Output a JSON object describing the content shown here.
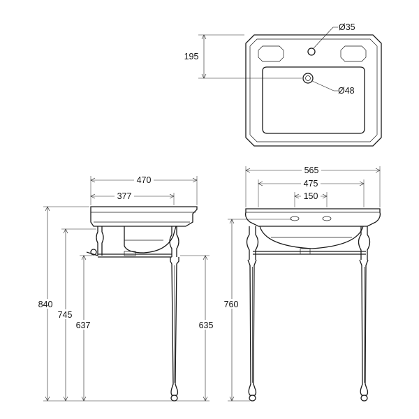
{
  "top_view": {
    "dim_depth": "195",
    "dim_tap_hole": "Ø35",
    "dim_waste_hole": "Ø48"
  },
  "side_view": {
    "dim_overall_depth": "470",
    "dim_leg_depth": "377",
    "dim_total_height": "840",
    "dim_rail_height": "745",
    "dim_waste_height": "637",
    "dim_leg_height": "635"
  },
  "front_view": {
    "dim_overall_width": "565",
    "dim_leg_width": "475",
    "dim_tap_centres": "150",
    "dim_height": "760"
  }
}
